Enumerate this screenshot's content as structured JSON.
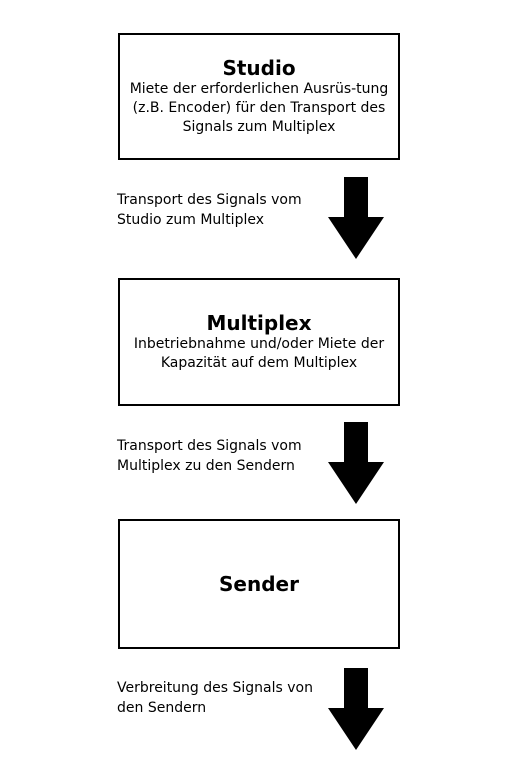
{
  "studio": {
    "title": "Studio",
    "description": "Miete der erforderlichen Ausrüs-tung (z.B. Encoder) für den Transport des Signals zum Multiplex"
  },
  "transport_to_multiplex": {
    "label": "Transport des Signals vom Studio zum Multiplex"
  },
  "multiplex": {
    "title": "Multiplex",
    "description": "Inbetriebnahme und/oder Miete der Kapazität auf dem Multiplex"
  },
  "transport_to_senders": {
    "label": "Transport des Signals vom Multiplex zu den Sendern"
  },
  "sender": {
    "title": "Sender"
  },
  "distribution": {
    "label": "Verbreitung des Signals von den Sendern"
  },
  "colors": {
    "stroke": "#000000",
    "background": "#ffffff"
  }
}
